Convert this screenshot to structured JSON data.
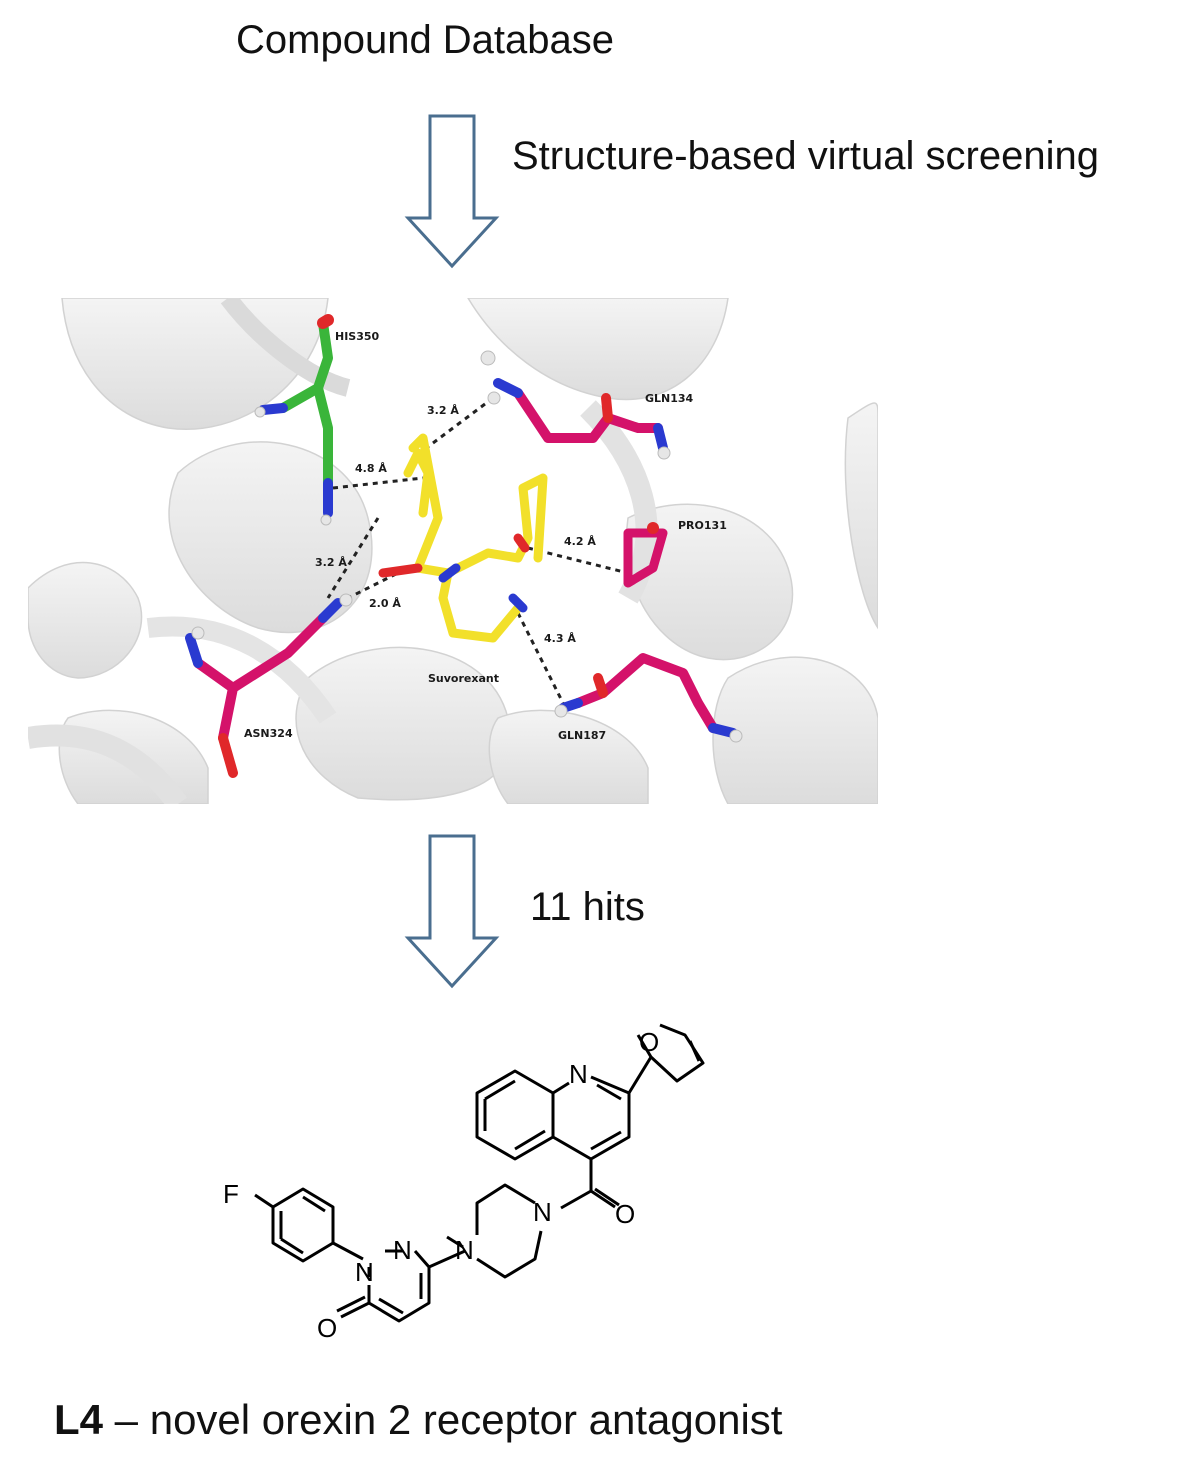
{
  "title": "Compound Database",
  "step1": "Structure-based virtual screening",
  "step2": "11 hits",
  "residues": {
    "his350": "HIS350",
    "gln134": "GLN134",
    "pro131": "PRO131",
    "asn324": "ASN324",
    "gln187": "GLN187",
    "ligand": "Suvorexant"
  },
  "distances": {
    "d_gln134": "3.2 Å",
    "d_his350": "4.8 Å",
    "d_asn_a": "3.2 Å",
    "d_asn_b": "2.0 Å",
    "d_pro131": "4.2 Å",
    "d_gln187": "4.3 Å"
  },
  "atoms": {
    "n_quin": "N",
    "o_furan": "O",
    "n_pip1": "N",
    "n_pip2": "N",
    "o_carbonyl": "O",
    "f": "F",
    "n_pyr1": "N",
    "n_pyr2": "N",
    "o_pyr": "O"
  },
  "caption": {
    "bold": "L4",
    "text": " – novel orexin 2 receptor antagonist"
  },
  "colors": {
    "arrow": "#4a6e8f",
    "his": "#3ab53a",
    "residue": "#d4126a",
    "ligand": "#f2e02a",
    "nitrogen": "#2a3ad0",
    "oxygen": "#e0282a",
    "hydrogen": "#e6e6e6",
    "ribbon": "#e9e9e9"
  }
}
